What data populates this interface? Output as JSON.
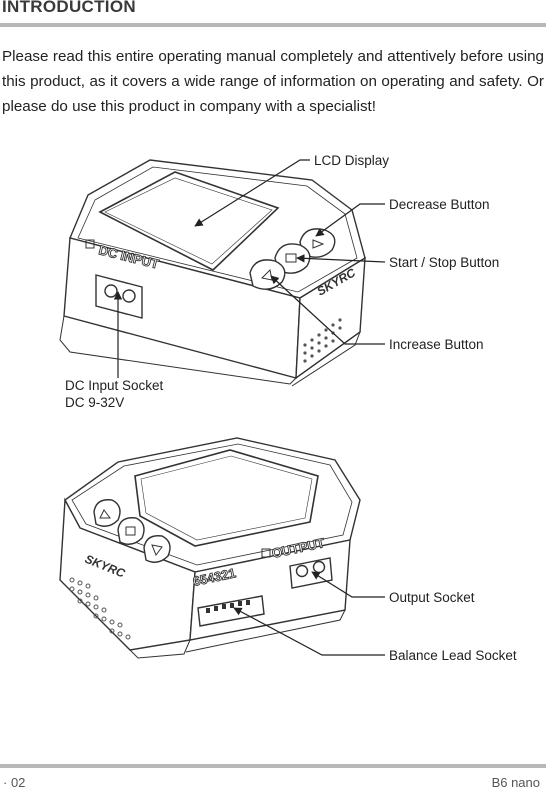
{
  "header": {
    "title": "INTRODUCTION"
  },
  "intro": {
    "text": "Please read this entire operating manual completely and attentively before using this product, as it covers a wide range of information on operating and safety. Or please do use this product in company with a specialist!"
  },
  "figure": {
    "labels": {
      "lcd_display": "LCD Display",
      "decrease_button": "Decrease Button",
      "start_stop_button": "Start / Stop Button",
      "increase_button": "Increase Button",
      "dc_input_socket_line1": "DC Input Socket",
      "dc_input_socket_line2": "DC 9-32V",
      "output_socket": "Output Socket",
      "balance_lead_socket": "Balance Lead Socket"
    },
    "device_text": {
      "dc_input": "DC INPUT",
      "output": "OUTPUT",
      "balance_numbers": "654321",
      "brand": "SKYRC"
    }
  },
  "footer": {
    "page": "· 02",
    "model": "B6 nano"
  }
}
